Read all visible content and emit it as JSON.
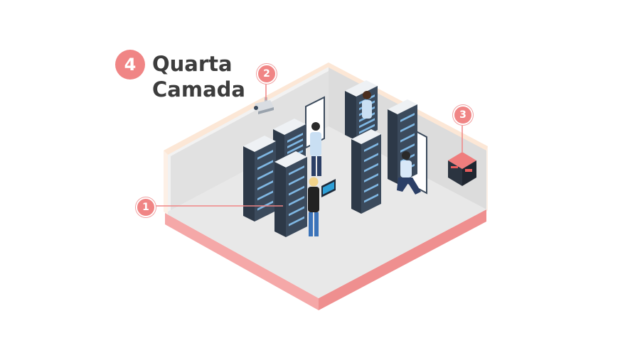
{
  "layer": {
    "number": "4",
    "title_line1": "Quarta",
    "title_line2": "Camada"
  },
  "callouts": [
    {
      "number": "1",
      "target": "server-rack"
    },
    {
      "number": "2",
      "target": "security-camera"
    },
    {
      "number": "3",
      "target": "wall-cabinet"
    }
  ],
  "colors": {
    "accent": "#f08585",
    "floor": "#e6e6e6",
    "wall_edge": "#fbe3cf",
    "base": "#f29a9a",
    "rack_body": "#3b4a5c",
    "rack_top": "#eef1f4"
  }
}
